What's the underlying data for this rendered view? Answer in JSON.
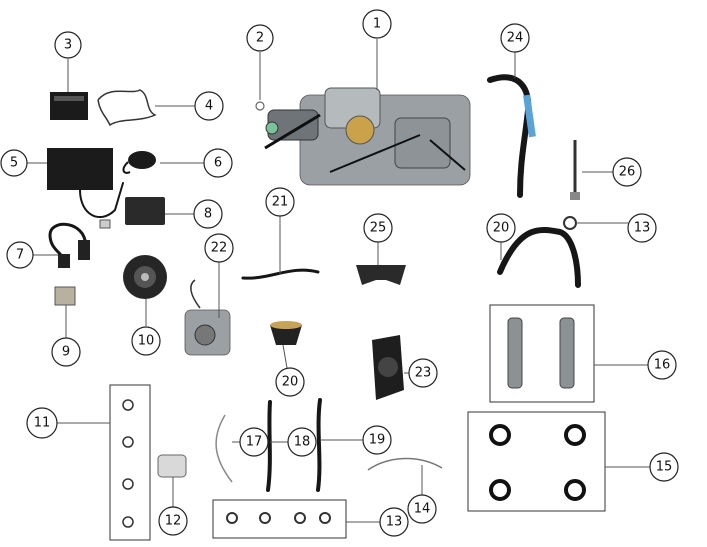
{
  "callouts": {
    "c1": "1",
    "c2": "2",
    "c3": "3",
    "c4": "4",
    "c5": "5",
    "c6": "6",
    "c7": "7",
    "c8": "8",
    "c9": "9",
    "c10": "10",
    "c11": "11",
    "c12": "12",
    "c13a": "13",
    "c13b": "13",
    "c14": "14",
    "c15": "15",
    "c16": "16",
    "c17": "17",
    "c18": "18",
    "c19": "19",
    "c20a": "20",
    "c20b": "20",
    "c21": "21",
    "c22": "22",
    "c23": "23",
    "c24": "24",
    "c25": "25",
    "c26": "26"
  }
}
